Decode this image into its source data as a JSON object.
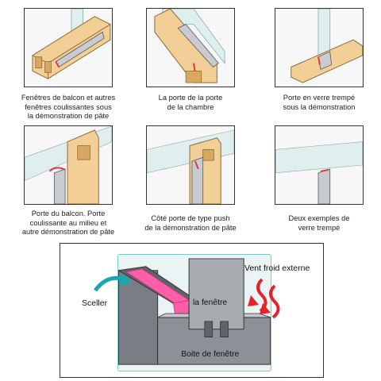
{
  "captions": [
    [
      "Fenêtres de balcon et autres",
      "fenêtres coulissantes sous",
      "la démonstration de pâte"
    ],
    [
      "La porte de la porte",
      "de la chambre"
    ],
    [
      "Porte en verre trempé",
      "sous la démonstration"
    ],
    [
      "Porte du balcon. Porte",
      "coulissante au milieu et",
      "autre démonstration de pâte"
    ],
    [
      "Côté porte de type push",
      "de la démonstration de pâte"
    ],
    [
      "Deux exemples de",
      "verre trempé"
    ]
  ],
  "diagram": {
    "seal_label": "Sceller",
    "cold_wind_label": "Vent froid externe",
    "window_label": "la fenêtre",
    "window_box_label": "Boite de fenêtre"
  },
  "colors": {
    "wood": "#f3cf98",
    "wood_dark": "#d8a860",
    "seal_red": "#e8333f",
    "seal_pink": "#ff5fa8",
    "metal": "#b9bcc0",
    "arrow_teal": "#1aa6b0",
    "wind_red": "#e8202a"
  }
}
